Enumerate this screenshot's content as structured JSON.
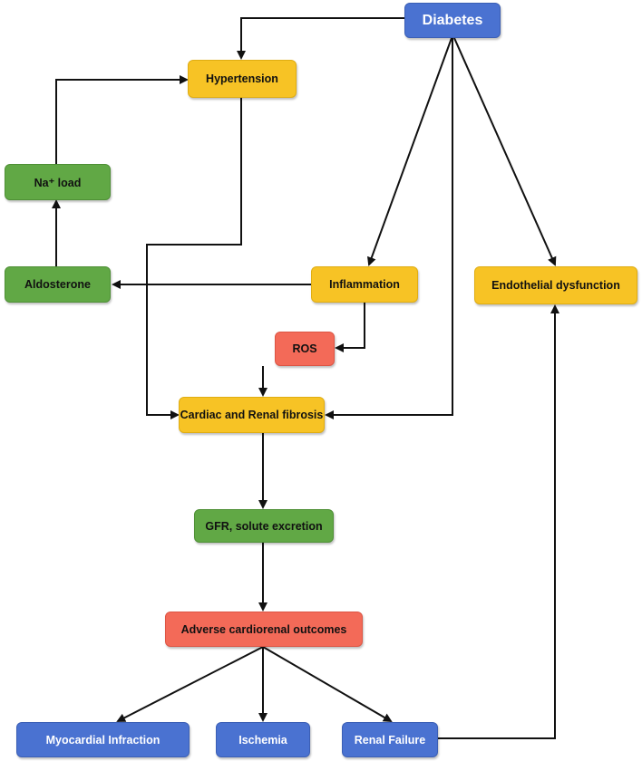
{
  "nodes": {
    "diabetes": "Diabetes",
    "hypertension": "Hypertension",
    "na_load": "Na⁺ load",
    "aldosterone": "Aldosterone",
    "inflammation": "Inflammation",
    "endothelial": "Endothelial dysfunction",
    "ros": "ROS",
    "fibrosis": "Cardiac and Renal fibrosis",
    "gfr": "GFR, solute excretion",
    "adverse": "Adverse cardiorenal outcomes",
    "myocardial": "Myocardial Infraction",
    "ischemia": "Ischemia",
    "renal_failure": "Renal Failure"
  },
  "edges": [
    {
      "from": "diabetes",
      "to": "hypertension"
    },
    {
      "from": "diabetes",
      "to": "inflammation"
    },
    {
      "from": "diabetes",
      "to": "endothelial"
    },
    {
      "from": "diabetes",
      "to": "fibrosis"
    },
    {
      "from": "aldosterone",
      "to": "na_load"
    },
    {
      "from": "na_load",
      "to": "hypertension"
    },
    {
      "from": "hypertension",
      "to": "fibrosis"
    },
    {
      "from": "inflammation",
      "to": "aldosterone"
    },
    {
      "from": "inflammation",
      "to": "ros"
    },
    {
      "from": "ros",
      "to": "fibrosis"
    },
    {
      "from": "fibrosis",
      "to": "gfr"
    },
    {
      "from": "gfr",
      "to": "adverse"
    },
    {
      "from": "adverse",
      "to": "myocardial"
    },
    {
      "from": "adverse",
      "to": "ischemia"
    },
    {
      "from": "adverse",
      "to": "renal_failure"
    },
    {
      "from": "renal_failure",
      "to": "endothelial"
    }
  ],
  "colors": {
    "blue": "#4a72d1",
    "yellow": "#f7c325",
    "green": "#61a845",
    "red": "#f36a58",
    "arrow": "#111111"
  }
}
